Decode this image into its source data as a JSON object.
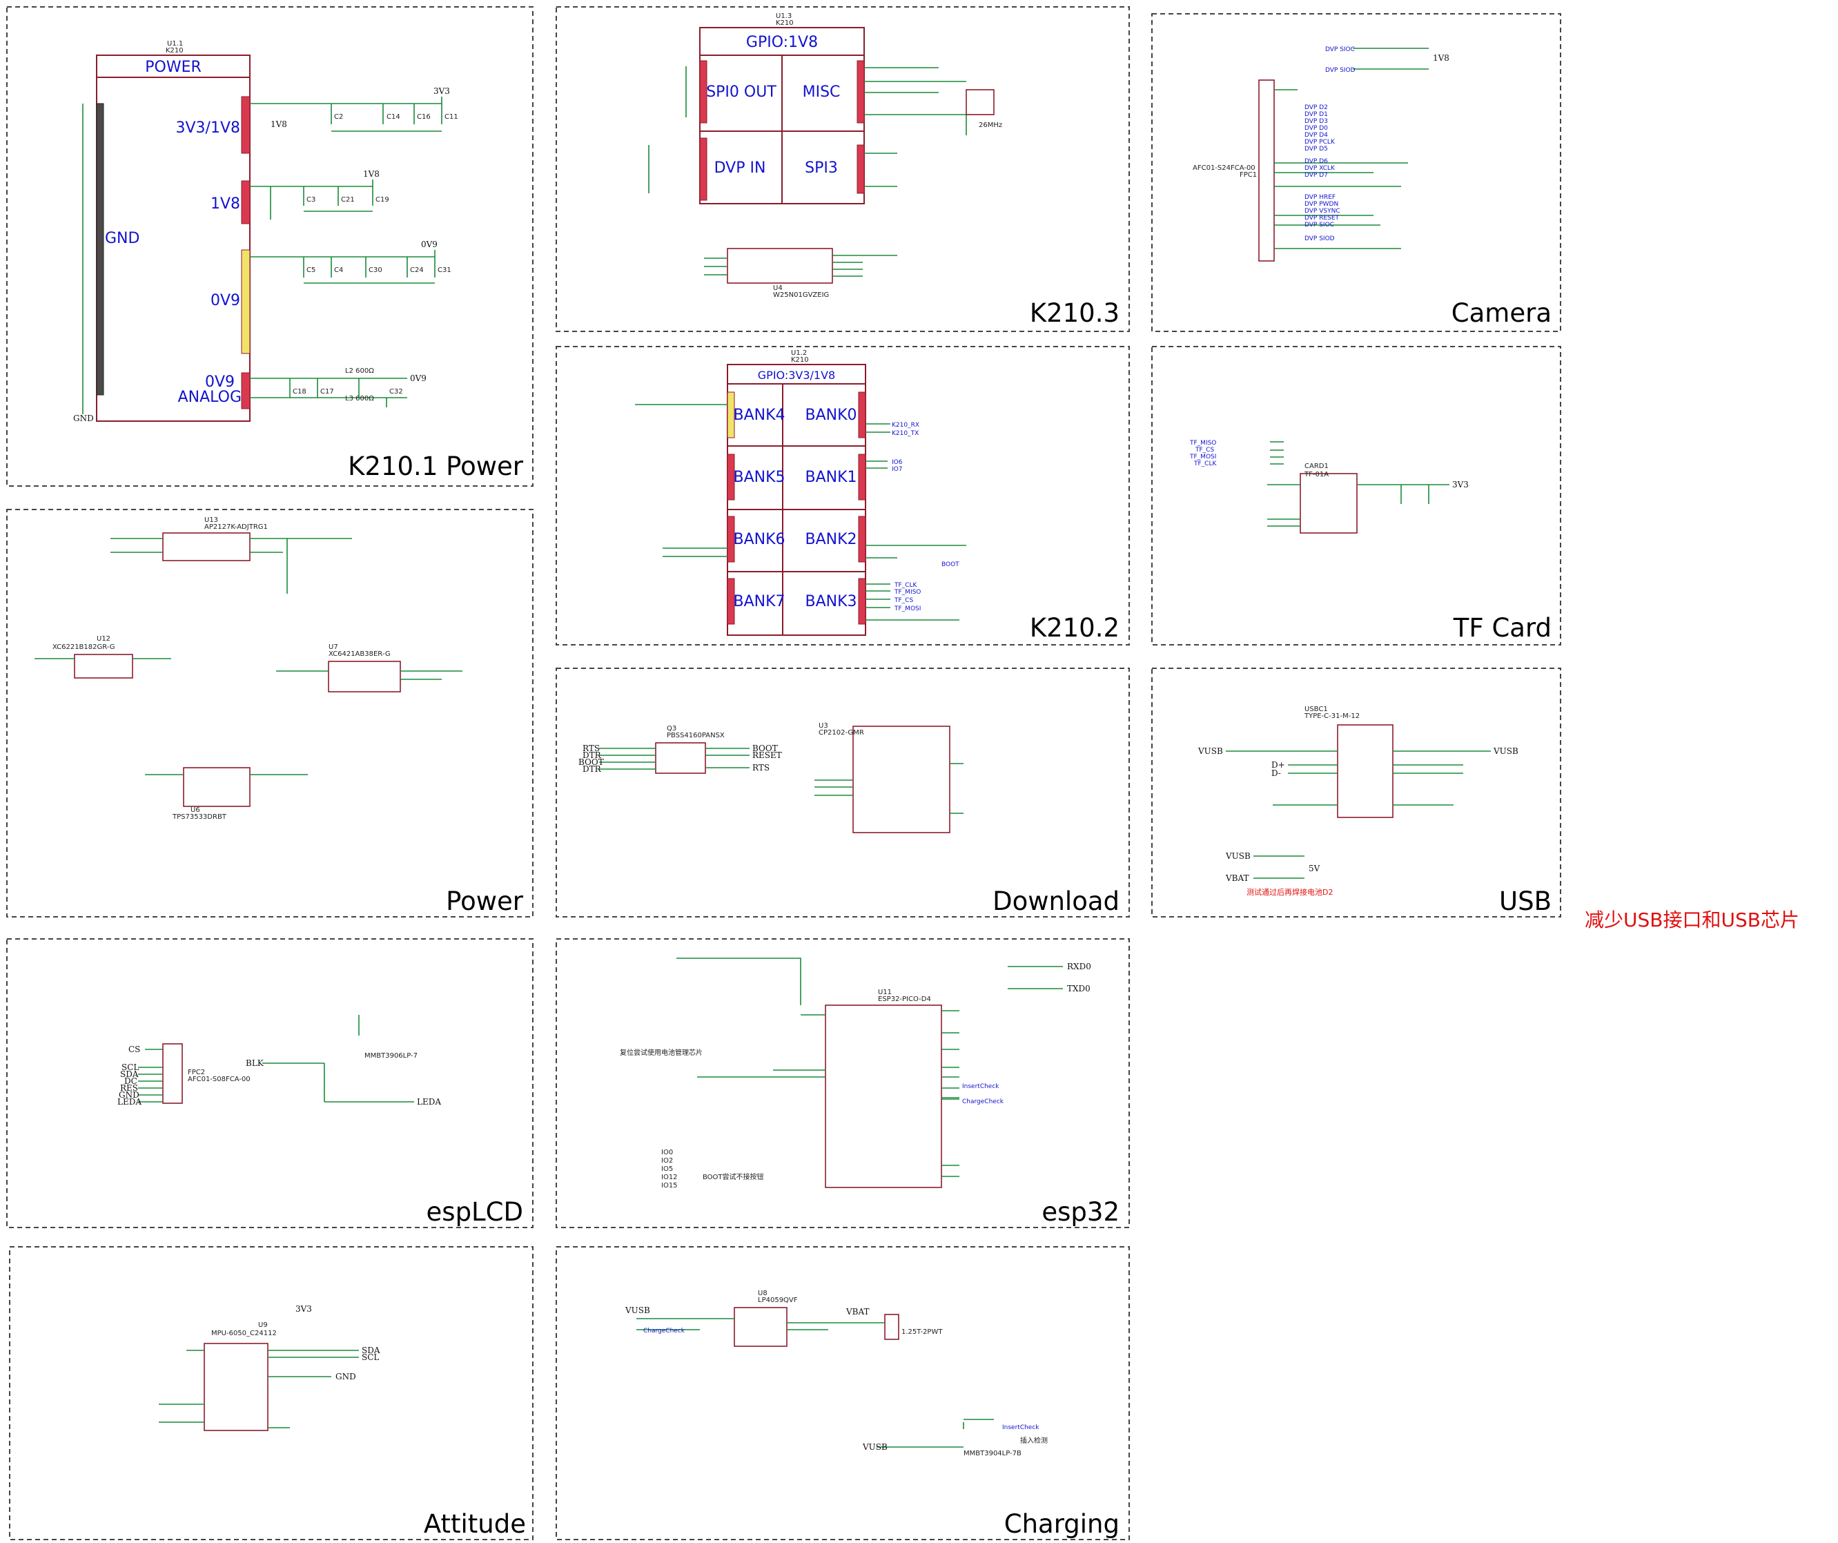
{
  "panels": {
    "k210_power": {
      "title": "K210.1 Power",
      "ref": "U1.1",
      "part": "K210",
      "header": "POWER",
      "groups": [
        "3V3/1V8",
        "1V8",
        "0V9",
        "0V9",
        "ANALOG",
        "GND"
      ],
      "caps": [
        "C2",
        "C14",
        "C16",
        "C11",
        "C3",
        "C21",
        "C19",
        "C5",
        "C4",
        "C30",
        "C24",
        "C31",
        "C18",
        "C17",
        "C32"
      ],
      "nets": [
        "3V3",
        "1V8",
        "0V9",
        "GND",
        "1V8",
        "0V9"
      ],
      "inductors": [
        "L2 600Ω",
        "L3 600Ω"
      ]
    },
    "k210_3": {
      "title": "K210.3",
      "ref": "U1.3",
      "part": "K210",
      "header": "GPIO:1V8",
      "blocks": [
        "SPI0 OUT",
        "MISC",
        "DVP IN",
        "SPI3"
      ],
      "crystal": "26MHz",
      "flash": "W25N01GVZEIG",
      "flash_ref": "U4"
    },
    "camera": {
      "title": "Camera",
      "connector": "AFC01-S24FCA-00",
      "ref": "FPC1",
      "nets": [
        "DVP SIOC",
        "DVP SIOD",
        "1V8",
        "DVP D2",
        "DVP D1",
        "DVP D3",
        "DVP D0",
        "DVP D4",
        "DVP PCLK",
        "DVP D5",
        "DVP D6",
        "DVP XCLK",
        "DVP D7",
        "DVP HREF",
        "DVP PWDN",
        "DVP VSYNC",
        "DVP RESET",
        "DVP SIOC",
        "DVP SIOD"
      ]
    },
    "power": {
      "title": "Power",
      "chips": [
        "AP2127K-ADJTRG1",
        "XC6221B182GR-G",
        "XC6421AB38ER-G",
        "TPS73533DRBT"
      ],
      "refs": [
        "U13",
        "U12",
        "U7",
        "U6"
      ]
    },
    "k210_2": {
      "title": "K210.2",
      "ref": "U1.2",
      "part": "K210",
      "header": "GPIO:3V3/1V8",
      "banks": [
        "BANK4",
        "BANK0",
        "BANK5",
        "BANK1",
        "BANK6",
        "BANK2",
        "BANK7",
        "BANK3"
      ],
      "nets": [
        "K210_RX",
        "K210_TX",
        "IO6",
        "IO7",
        "BOOT",
        "TF_CLK",
        "TF_MISO",
        "TF_CS",
        "TF_MOSI"
      ]
    },
    "tf_card": {
      "title": "TF Card",
      "ref": "CARD1",
      "part": "TF-01A",
      "nets": [
        "TF_MISO",
        "TF_CS",
        "TF_MOSI",
        "TF_CLK",
        "3V3"
      ]
    },
    "download": {
      "title": "Download",
      "chip": "CP2102-GMR",
      "chip_ref": "U3",
      "transistor": "PBSS4160PANSX",
      "transistor_ref": "Q3",
      "nets": [
        "RTS",
        "DTR",
        "BOOT",
        "DTR",
        "BOOT",
        "RESET",
        "RTS"
      ]
    },
    "usb": {
      "title": "USB",
      "connector": "TYPE-C-31-M-12",
      "ref": "USBC1",
      "note": "测试通过后再焊接电池D2",
      "nets": [
        "VUSB",
        "D+",
        "D-",
        "VBAT",
        "5V"
      ]
    },
    "side_note": "减少USB接口和USB芯片",
    "esplcd": {
      "title": "espLCD",
      "connector": "AFC01-S08FCA-00",
      "ref": "FPC2",
      "transistor": "MMBT3906LP-7",
      "nets": [
        "CS",
        "SCL",
        "SDA",
        "DC",
        "RES",
        "GND",
        "LEDA",
        "BLK"
      ]
    },
    "esp32": {
      "title": "esp32",
      "chip": "ESP32-PICO-D4",
      "chip_ref": "U11",
      "notes": [
        "复位尝试使用电池管理芯片",
        "BOOT尝试不接按钮"
      ],
      "io_list": [
        "IO0",
        "IO2",
        "IO5",
        "IO12",
        "IO15"
      ],
      "nets": [
        "RXD0",
        "TXD0",
        "InsertCheck",
        "ChargeCheck"
      ]
    },
    "attitude": {
      "title": "Attitude",
      "chip": "MPU-6050_C24112",
      "chip_ref": "U9",
      "nets": [
        "SDA",
        "SCL",
        "3V3",
        "GND"
      ]
    },
    "charging": {
      "title": "Charging",
      "chip": "LP4059QVF",
      "chip_ref": "U8",
      "connector": "1.25T-2PWT",
      "transistor": "MMBT3904LP-7B",
      "note": "插入检测",
      "nets": [
        "VUSB",
        "ChargeCheck",
        "VBAT",
        "InsertCheck"
      ]
    }
  }
}
